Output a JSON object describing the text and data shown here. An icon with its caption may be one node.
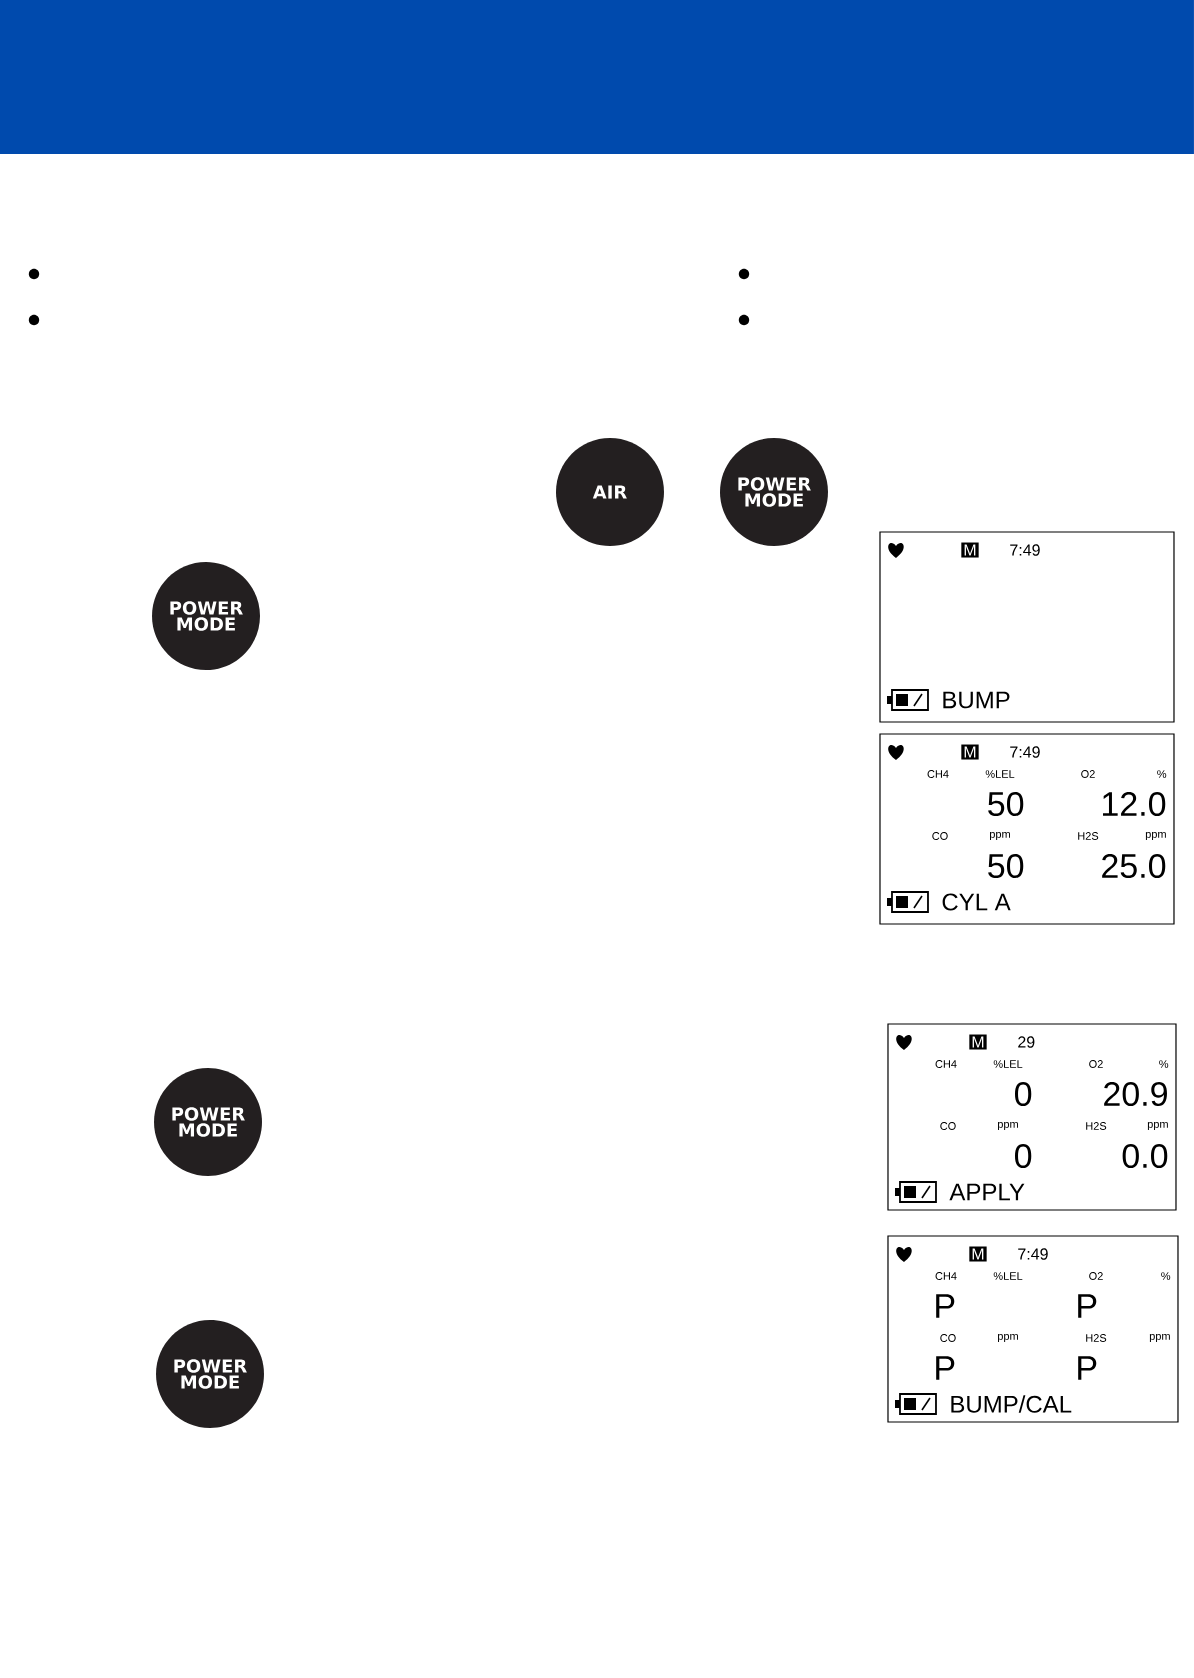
{
  "diagram": {
    "nodes": [
      {
        "text": [
          "AIR"
        ]
      },
      {
        "text": [
          "POWER MODE"
        ]
      },
      {
        "text": [
          "POWER MODE"
        ]
      },
      {
        "text": [
          "M",
          "7:49",
          "BUMP"
        ]
      },
      {
        "text": [
          "M",
          "7:49",
          "CH4",
          "%LEL",
          "O2",
          "%",
          "50",
          "12.0",
          "CO",
          "ppm",
          "H2S",
          "ppm",
          "50",
          "25.0",
          "CYL A"
        ]
      },
      {
        "text": [
          "POWER MODE"
        ]
      },
      {
        "text": [
          "M",
          "29",
          "CH4",
          "%LEL",
          "O2",
          "%",
          "0",
          "20.9",
          "CO",
          "ppm",
          "H2S",
          "ppm",
          "0",
          "0.0",
          "APPLY"
        ]
      },
      {
        "text": [
          "POWER MODE"
        ]
      },
      {
        "text": [
          "M",
          "7:49",
          "CH4",
          "%LEL",
          "O2",
          "%",
          "P",
          "P",
          "CO",
          "ppm",
          "H2S",
          "ppm",
          "P",
          "P",
          "BUMP/CAL"
        ]
      }
    ]
  }
}
